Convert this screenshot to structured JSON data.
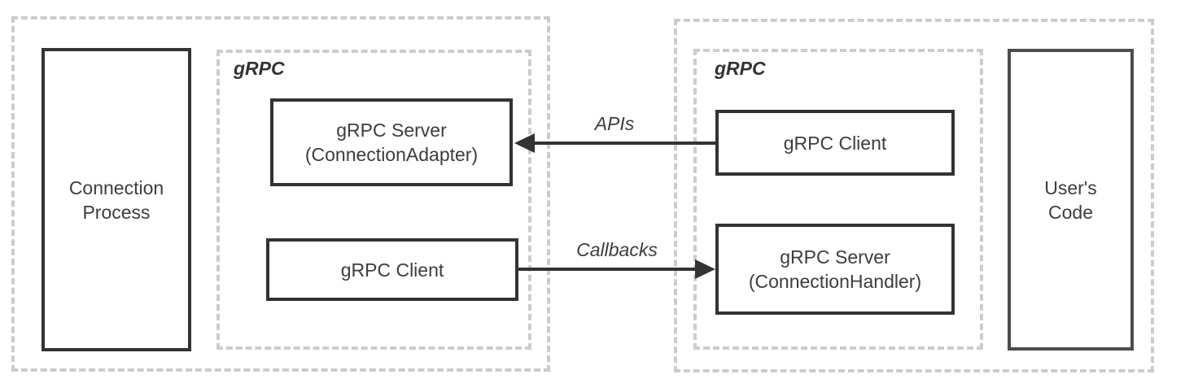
{
  "colors": {
    "box_border": "#333333",
    "users_code_border": "#4d4d4d",
    "dashed_border": "#cccccc",
    "arrow": "#333333",
    "text": "#3d3d3d",
    "background": "#ffffff"
  },
  "left_group": {
    "connection_process_label": "Connection Process",
    "grpc_label": "gRPC",
    "server_box": {
      "line1": "gRPC Server",
      "line2": "(ConnectionAdapter)"
    },
    "client_box": {
      "label": "gRPC Client"
    }
  },
  "right_group": {
    "grpc_label": "gRPC",
    "client_box": {
      "label": "gRPC Client"
    },
    "server_box": {
      "line1": "gRPC Server",
      "line2": "(ConnectionHandler)"
    },
    "users_code_label": "User's Code"
  },
  "connections": {
    "apis": {
      "label": "APIs",
      "direction": "right-client-to-left-server"
    },
    "callbacks": {
      "label": "Callbacks",
      "direction": "left-client-to-right-server"
    }
  }
}
